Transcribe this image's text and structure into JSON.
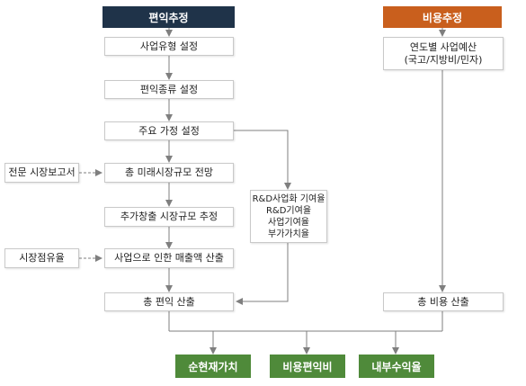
{
  "colors": {
    "benefit_header": "#1f3349",
    "cost_header": "#c95f1d",
    "result": "#4f8a3a",
    "line": "#7f7f7f"
  },
  "headers": {
    "benefit": "편익추정",
    "cost": "비용추정"
  },
  "benefit_flow": {
    "step1": "사업유형 설정",
    "step2": "편익종류 설정",
    "step3": "주요 가정 설정",
    "step4": "총 미래시장규모 전망",
    "step5": "추가창출 시장규모 추정",
    "step6": "사업으로 인한 매출액 산출",
    "step7": "총 편익 산출"
  },
  "inputs": {
    "market_report": "전문 시장보고서",
    "market_share": "시장점유율"
  },
  "contribution_rates": [
    "R&D사업화 기여율",
    "R&D기여율",
    "사업기여율",
    "부가가치율"
  ],
  "cost_flow": {
    "budget_line1": "연도별 사업예산",
    "budget_line2": "(국고/지방비/민자)",
    "total_cost": "총 비용 산출"
  },
  "results": {
    "npv": "순현재가치",
    "bc_ratio": "비용편익비",
    "irr": "내부수익율"
  }
}
